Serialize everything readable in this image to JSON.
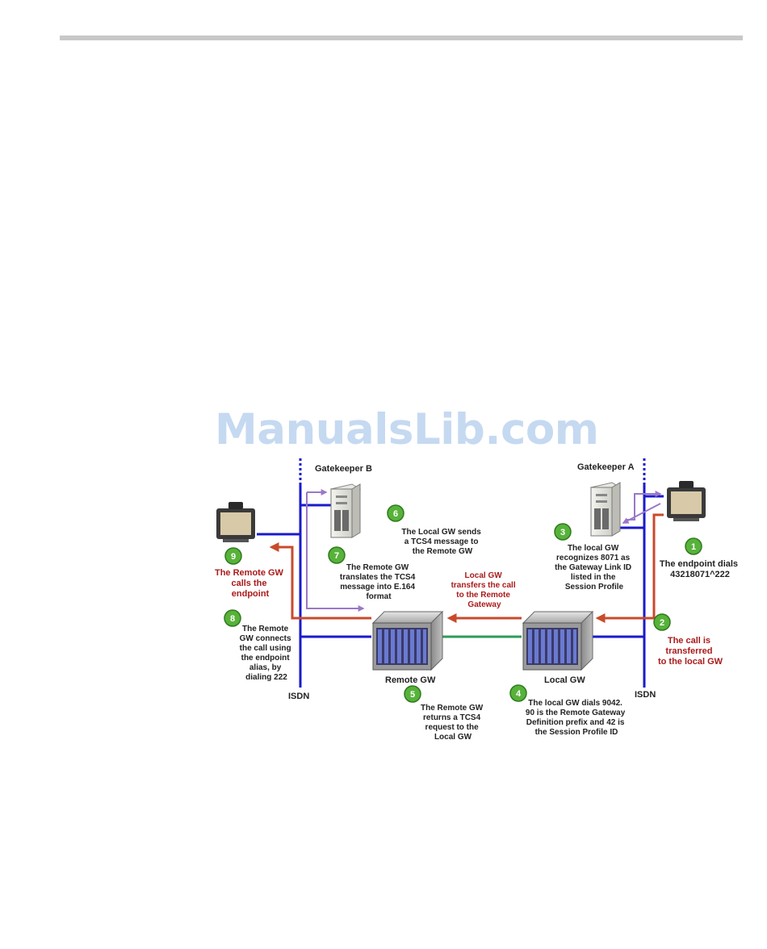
{
  "watermark": "ManualsLib.com",
  "colors": {
    "network": "#1a1acc",
    "call_flow": "#c84a2c",
    "signaling": "#9a78c8",
    "link": "#2e9a5a",
    "badge": "#57b23a",
    "red_text": "#aa1a1a",
    "dark_text": "#222222"
  },
  "labels": {
    "gatekeeper_a": "Gatekeeper A",
    "gatekeeper_b": "Gatekeeper B",
    "local_gw": "Local GW",
    "remote_gw": "Remote GW",
    "isdn_left": "ISDN",
    "isdn_right": "ISDN"
  },
  "steps": [
    {
      "num": "1",
      "lines": [
        "The endpoint dials",
        "43218071^222"
      ]
    },
    {
      "num": "2",
      "lines": [
        "The call is",
        "transferred",
        "to the local GW"
      ]
    },
    {
      "num": "3",
      "lines": [
        "The local GW",
        "recognizes 8071 as",
        "the Gateway Link ID",
        "listed in the",
        "Session Profile"
      ]
    },
    {
      "num": "4",
      "lines": [
        "The local GW dials 9042.",
        "90 is the Remote Gateway",
        "Definition prefix and 42 is",
        "the Session Profile ID"
      ]
    },
    {
      "num": "5",
      "lines": [
        "The Remote GW",
        "returns a TCS4",
        "request to the",
        "Local GW"
      ]
    },
    {
      "num": "6",
      "lines": [
        "The Local GW sends",
        "a TCS4 message to",
        "the Remote GW"
      ]
    },
    {
      "num": "7",
      "lines": [
        "The Remote GW",
        "translates the TCS4",
        "message into E.164",
        "format"
      ]
    },
    {
      "num": "8",
      "lines": [
        "The Remote",
        "GW connects",
        "the call using",
        "the endpoint",
        "alias, by",
        "dialing 222"
      ]
    },
    {
      "num": "9",
      "lines": [
        "The Remote GW",
        "calls the",
        "endpoint"
      ]
    }
  ],
  "transfer_note": {
    "lines": [
      "Local GW",
      "transfers the call",
      "to the Remote",
      "Gateway"
    ]
  }
}
